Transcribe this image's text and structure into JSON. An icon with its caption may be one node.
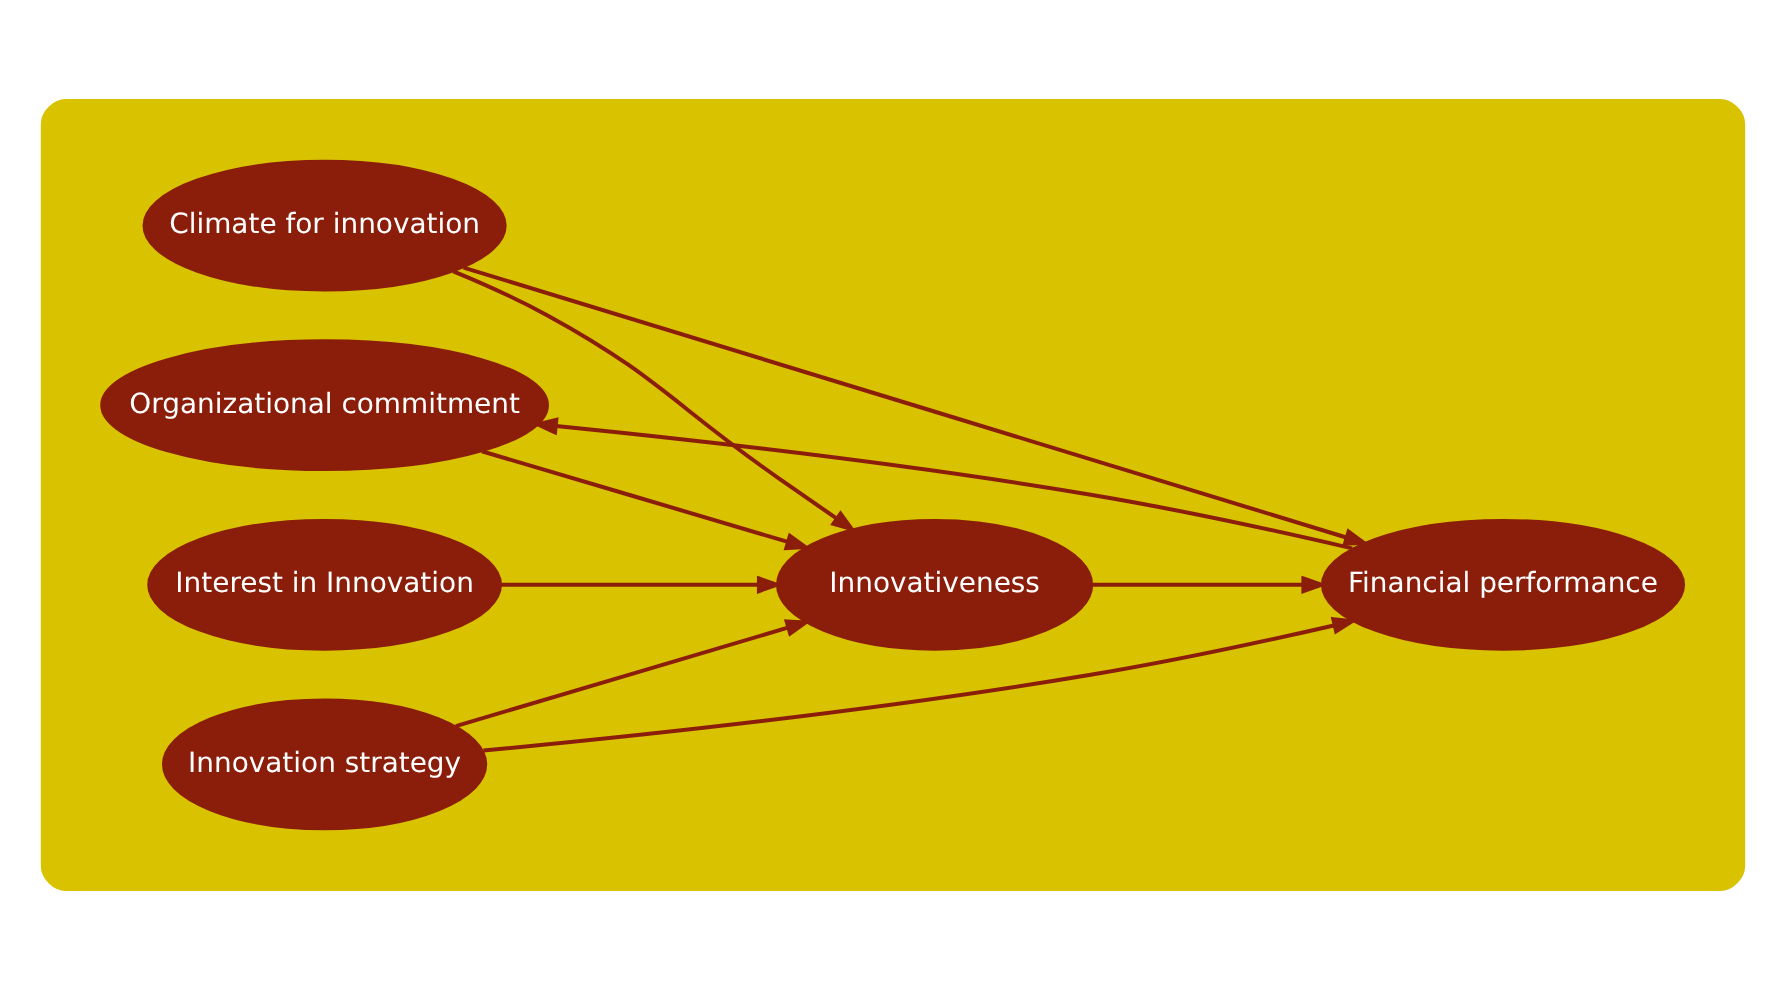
{
  "diagram": {
    "nodes": [
      {
        "text": [],
        "shape": "ellipse"
      },
      {
        "text": [
          "Organizational commitment"
        ],
        "in": 0
      },
      {
        "text": [
          "Climate for innovation"
        ],
        "in": 0
      },
      {
        "text": [
          "Interest in Innovation"
        ],
        "in": 0
      },
      {
        "text": [
          "Innovation strategy"
        ],
        "in": 0
      },
      {
        "text": [
          "Innovativeness"
        ],
        "in": 0
      },
      {
        "text": [
          "Financial performance"
        ],
        "in": 0
      }
    ],
    "edges": [
      {
        "from": 1,
        "to": 5,
        "arrow": "to"
      },
      {
        "from": 6,
        "to": 1,
        "arrow": "to"
      },
      {
        "from": 2,
        "to": 5,
        "arrow": "to"
      },
      {
        "from": 2,
        "to": 6,
        "arrow": "to"
      },
      {
        "from": 3,
        "to": 5,
        "arrow": "to"
      },
      {
        "from": 4,
        "to": 5,
        "arrow": "to"
      },
      {
        "from": 4,
        "to": 6,
        "arrow": "to"
      },
      {
        "from": 5,
        "to": 6,
        "arrow": "to"
      }
    ]
  }
}
